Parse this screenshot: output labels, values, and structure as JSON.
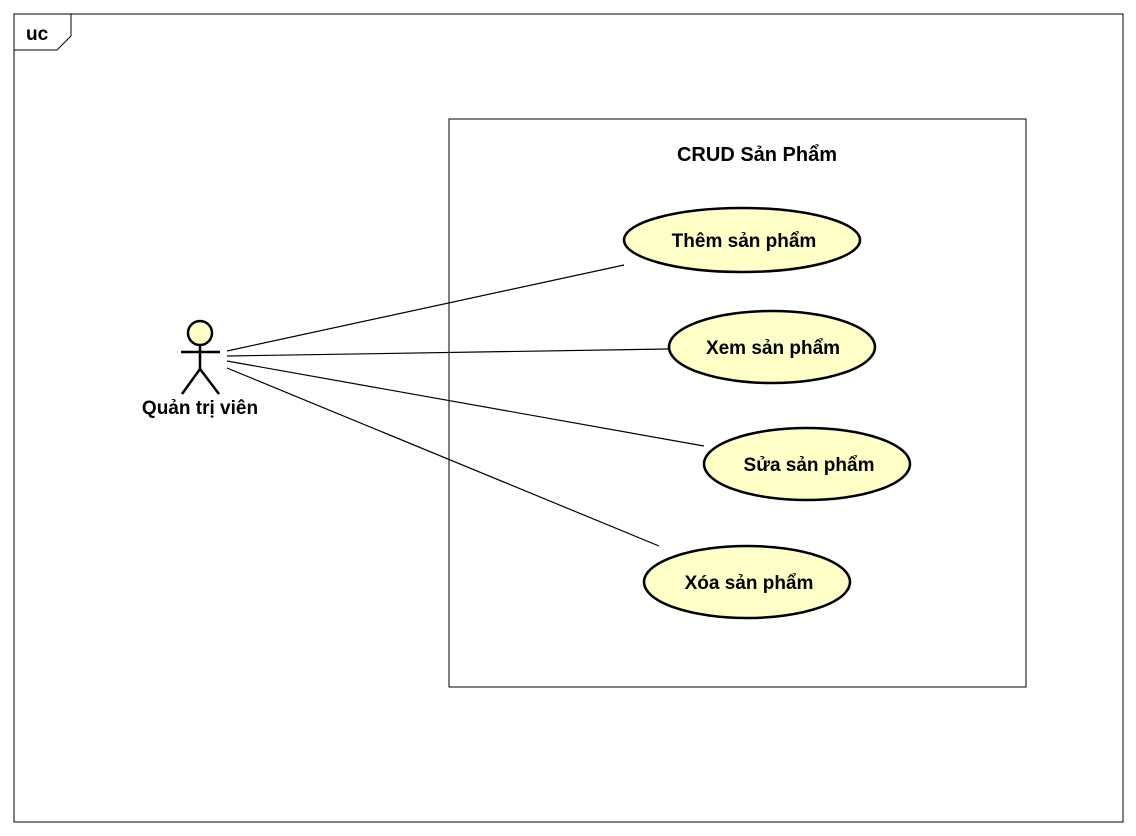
{
  "frame": {
    "label": "uc"
  },
  "system": {
    "title": "CRUD Sản Phẩm"
  },
  "actor": {
    "name": "Quản trị viên"
  },
  "use_cases": [
    {
      "label": "Thêm sản phẩm"
    },
    {
      "label": "Xem sản phẩm"
    },
    {
      "label": "Sửa sản phẩm"
    },
    {
      "label": "Xóa sản phẩm"
    }
  ],
  "colors": {
    "usecase_fill": "#ffffc8",
    "actor_head_fill": "#ffffc8",
    "stroke": "#000000",
    "background": "#ffffff"
  }
}
